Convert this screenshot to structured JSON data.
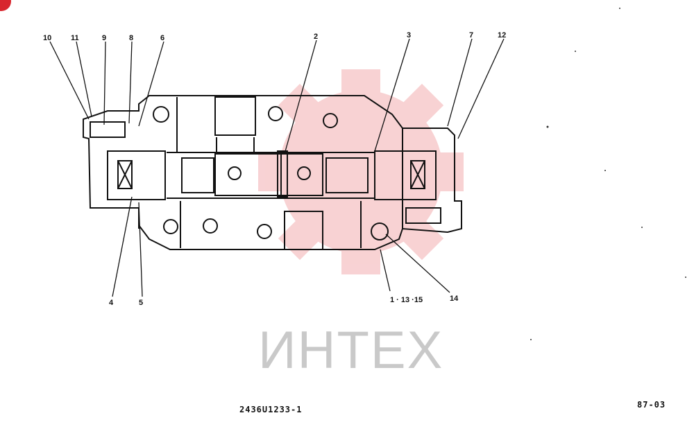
{
  "watermark": {
    "text": "ИНТЕХ",
    "color": "#f4b6b8"
  },
  "footer": {
    "drawing_number": "2436U1233-1",
    "page_code": "87-03"
  },
  "callouts": [
    "10",
    "11",
    "9",
    "8",
    "6",
    "2",
    "3",
    "7",
    "12",
    "4",
    "5",
    "1 · 13 ·15",
    "14"
  ]
}
